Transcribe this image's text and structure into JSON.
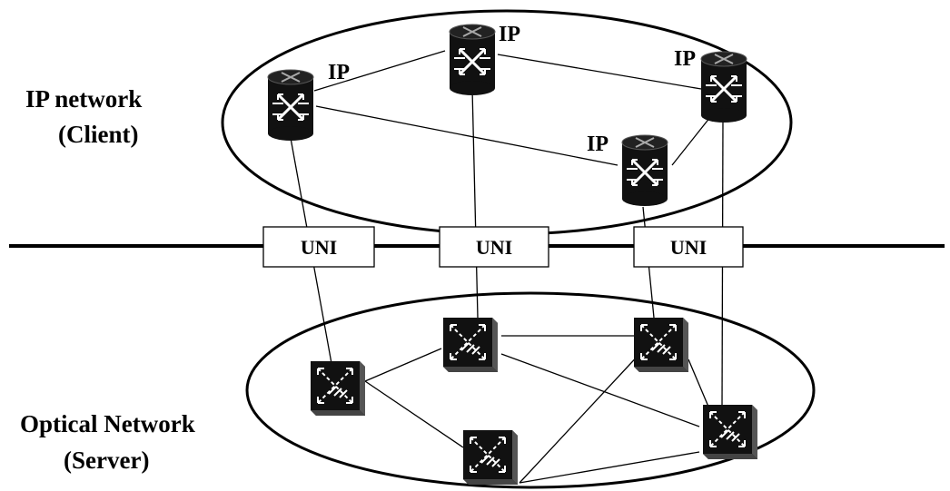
{
  "diagram": {
    "client_label": [
      "IP network",
      "(Client)"
    ],
    "server_label": [
      "Optical Network",
      "(Server)"
    ],
    "router_label": "IP",
    "uni_label": "UNI",
    "colors": {
      "ink": "#000000",
      "node_fill": "#111111",
      "arrow": "#ffffff",
      "box_fill": "#ffffff"
    }
  }
}
